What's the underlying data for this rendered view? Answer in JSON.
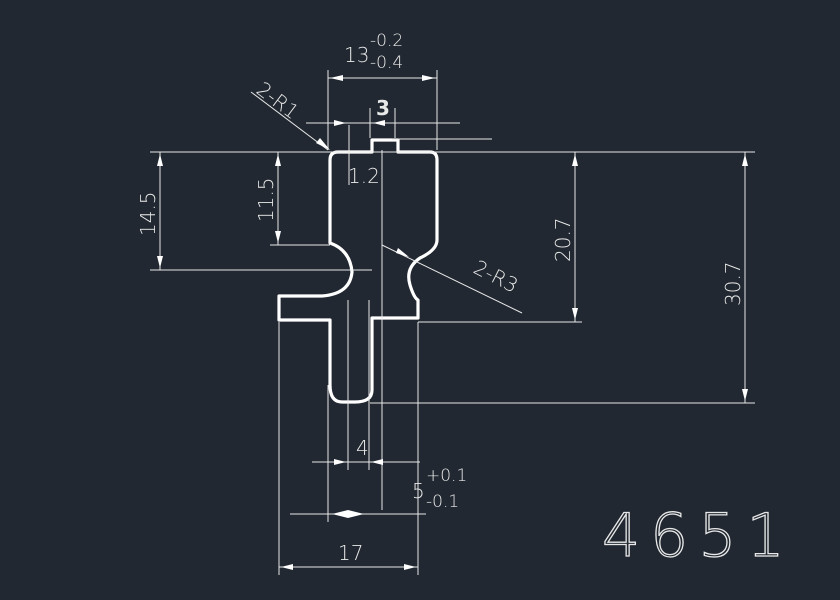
{
  "drawing": {
    "part_number": "4651",
    "dimensions": {
      "overall_width_nominal": "13",
      "overall_width_upper_tol": "-0.2",
      "overall_width_lower_tol": "-0.4",
      "top_slot": "3",
      "corner_radius": "2-R1",
      "wall": "1.2",
      "left_height_outer": "14.5",
      "left_height_inner": "11.5",
      "neck_radius": "2-R3",
      "right_height_inner": "20.7",
      "right_height_outer": "30.7",
      "stem_inner": "4",
      "stem_nominal": "5",
      "stem_upper_tol": "+0.1",
      "stem_lower_tol": "-0.1",
      "base_width": "17"
    },
    "colors": {
      "background": "#212831",
      "line": "#ffffff"
    }
  }
}
